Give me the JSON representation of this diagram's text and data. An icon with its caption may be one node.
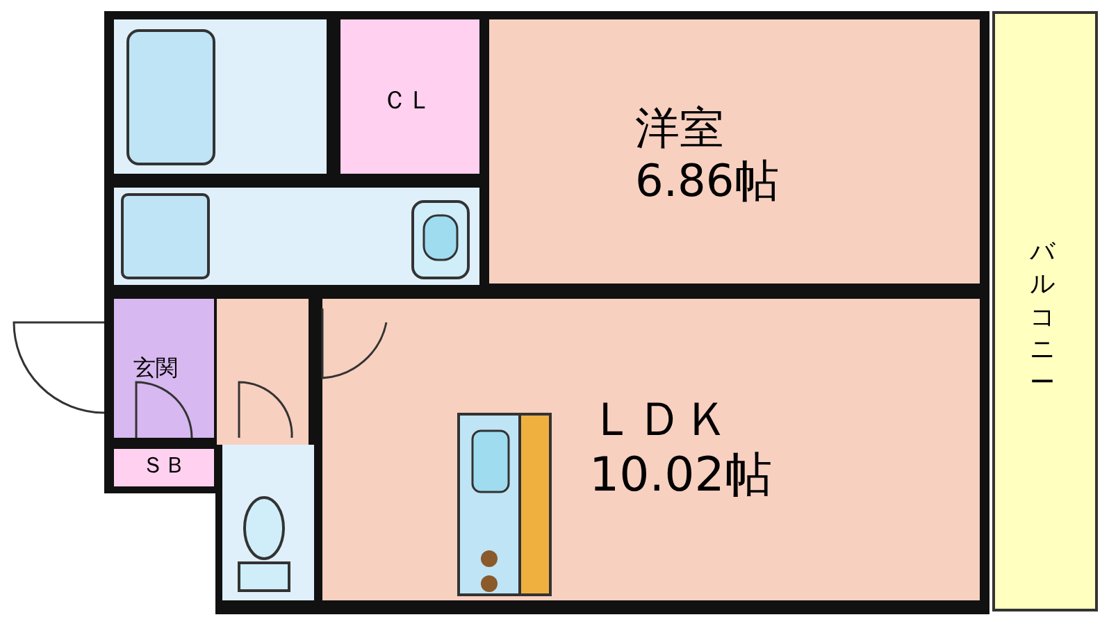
{
  "diagram": {
    "nodes": [
      {
        "text": [
          "ＣＬ"
        ]
      },
      {
        "text": [
          "洋室",
          "6.86帖"
        ]
      },
      {
        "text": [
          "玄関"
        ]
      },
      {
        "text": [
          "ＳＢ"
        ]
      },
      {
        "text": [
          "ＬＤＫ",
          "10.02帖"
        ]
      },
      {
        "text": [
          "バルコニー"
        ]
      }
    ],
    "edges": []
  }
}
